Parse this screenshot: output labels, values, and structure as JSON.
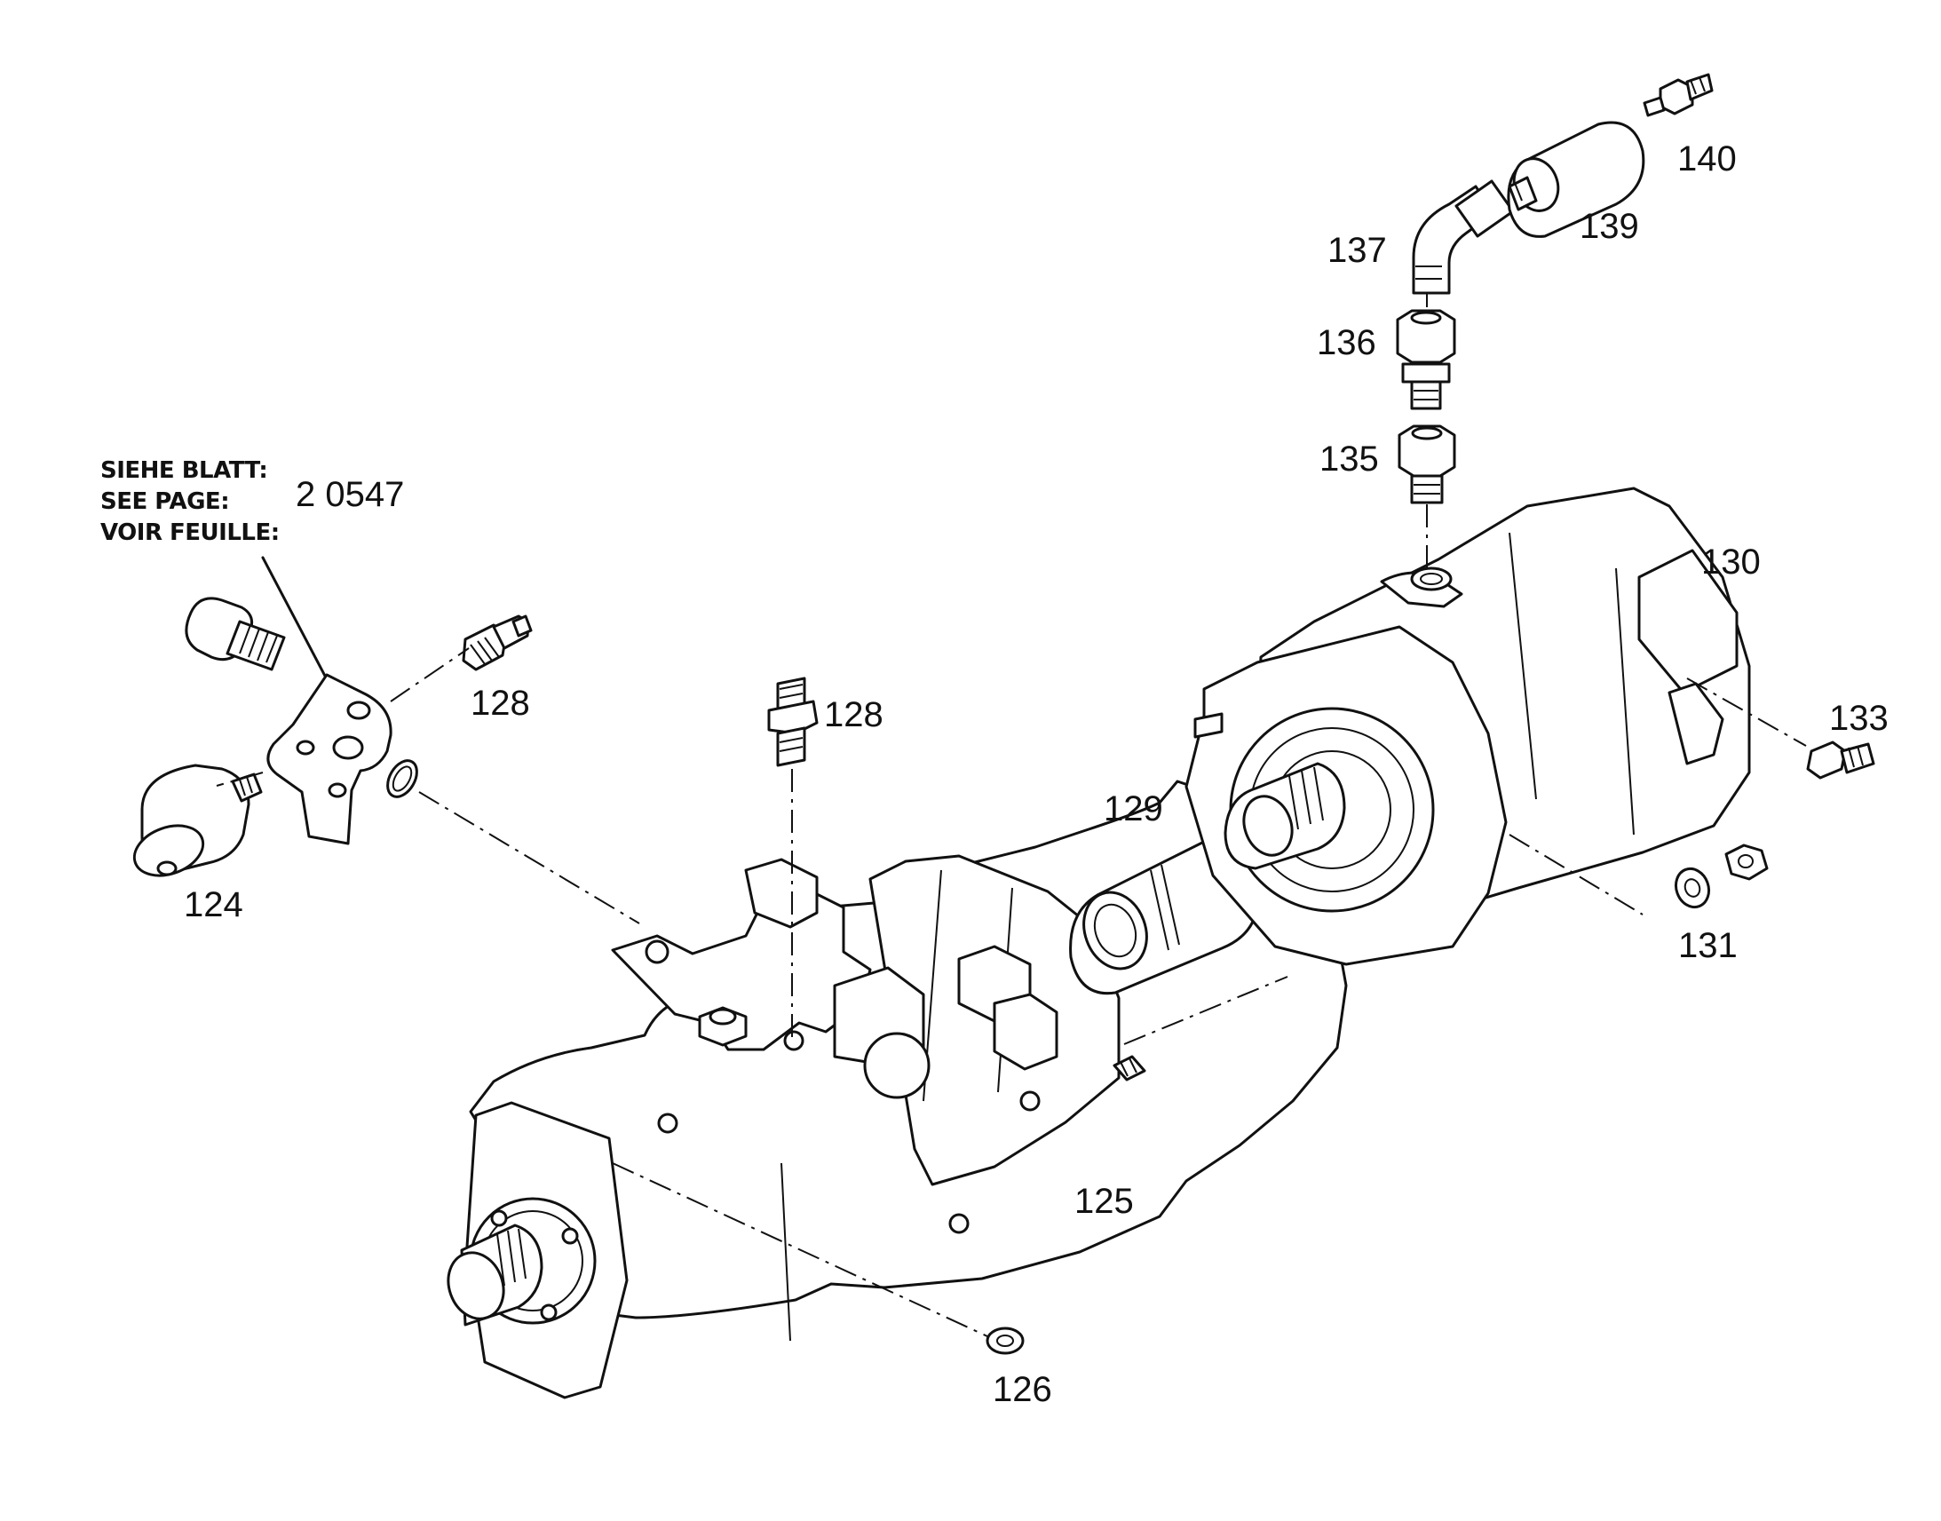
{
  "reference": {
    "lines": [
      "SIEHE BLATT:",
      "SEE PAGE:",
      "VOIR FEUILLE:"
    ],
    "page_number": "2 0547"
  },
  "labels": {
    "p124": "124",
    "p125": "125",
    "p126": "126",
    "p128a": "128",
    "p128b": "128",
    "p129": "129",
    "p130": "130",
    "p131": "131",
    "p133": "133",
    "p135": "135",
    "p136": "136",
    "p137": "137",
    "p139": "139",
    "p140": "140"
  }
}
